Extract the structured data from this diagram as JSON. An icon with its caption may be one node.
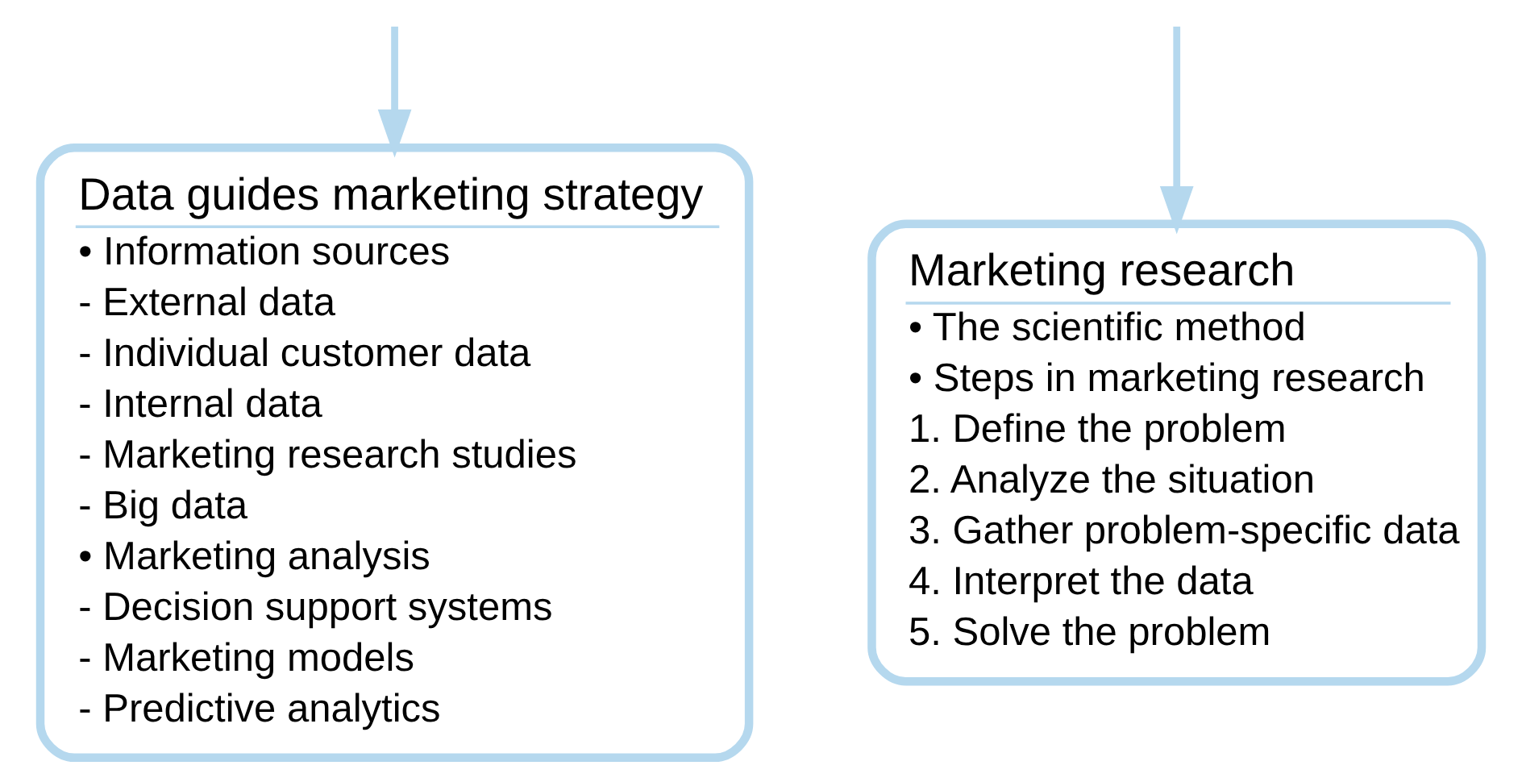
{
  "diagram": {
    "nodes": [
      {
        "text": [
          "Data guides marketing strategy",
          "• Information sources",
          "- External data",
          "- Individual customer data",
          "- Internal data",
          "- Marketing research studies",
          "- Big data",
          "• Marketing analysis",
          "- Decision support systems",
          "- Marketing models",
          "- Predictive analytics"
        ]
      },
      {
        "text": [
          "Marketing research",
          "• The scientific method",
          "• Steps in marketing research",
          "1. Define the problem",
          "2. Analyze the situation",
          "3. Gather problem-specific data",
          "4. Interpret the data",
          "5. Solve the problem"
        ]
      }
    ],
    "edges": [
      {
        "from": null,
        "to": 0,
        "arrow": "to"
      },
      {
        "from": null,
        "to": 1,
        "arrow": "to"
      }
    ]
  }
}
